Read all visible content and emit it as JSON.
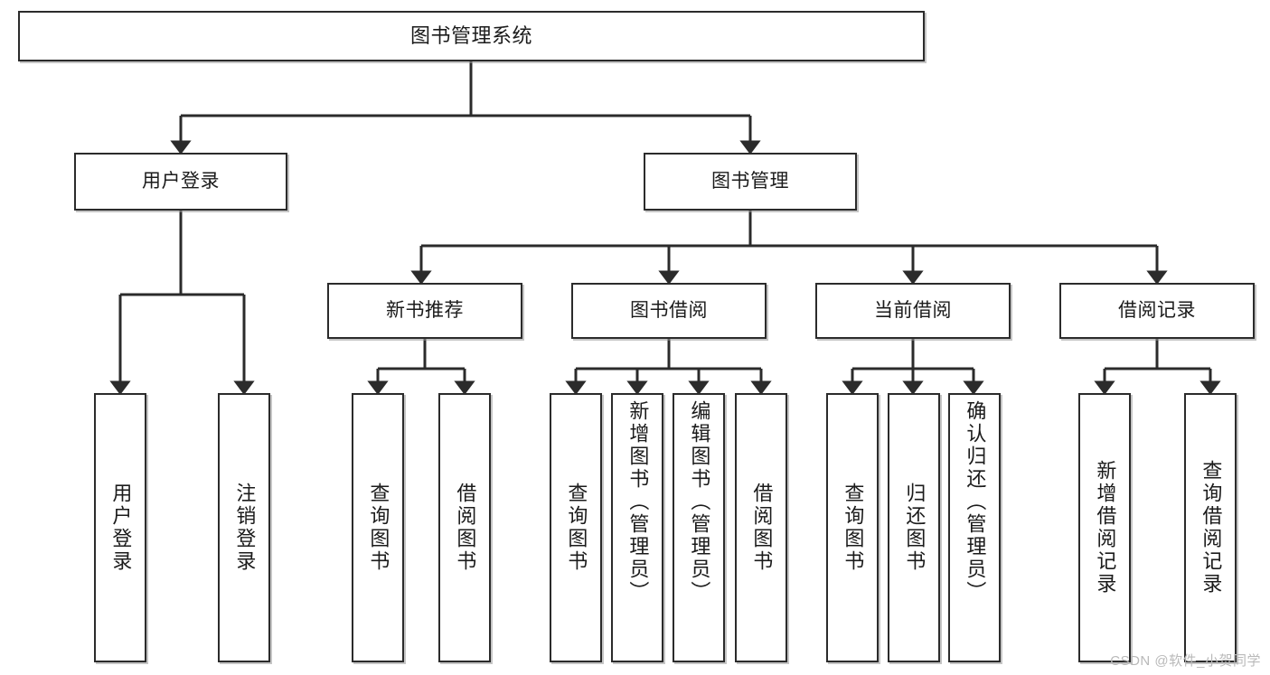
{
  "diagram": {
    "title": "图书管理系统",
    "type": "tree",
    "watermark": "CSDN @软件_小贺同学",
    "colors": {
      "box_border": "#2b2b2b",
      "box_fill": "#ffffff",
      "connector": "#2b2b2b",
      "text": "#1b1b1b",
      "watermark": "#b9b9b9",
      "background": "#ffffff"
    },
    "levels": {
      "root": "图书管理系统",
      "level2": [
        "用户登录",
        "图书管理"
      ],
      "level3": [
        "新书推荐",
        "图书借阅",
        "当前借阅",
        "借阅记录"
      ]
    },
    "nodes": {
      "root": {
        "label": "图书管理系统"
      },
      "user_login": {
        "label": "用户登录"
      },
      "book_manage": {
        "label": "图书管理"
      },
      "new_book_rec": {
        "label": "新书推荐"
      },
      "book_borrow": {
        "label": "图书借阅"
      },
      "current_borrow": {
        "label": "当前借阅"
      },
      "borrow_record": {
        "label": "借阅记录"
      }
    },
    "leaves": {
      "user_login": [
        {
          "label": "用户登录"
        },
        {
          "label": "注销登录"
        }
      ],
      "new_book_rec": [
        {
          "label": "查询图书"
        },
        {
          "label": "借阅图书"
        }
      ],
      "book_borrow": [
        {
          "label": "查询图书"
        },
        {
          "label": "新增图书（管理员）"
        },
        {
          "label": "编辑图书（管理员）"
        },
        {
          "label": "借阅图书"
        }
      ],
      "current_borrow": [
        {
          "label": "查询图书"
        },
        {
          "label": "归还图书"
        },
        {
          "label": "确认归还（管理员）"
        }
      ],
      "borrow_record": [
        {
          "label": "新增借阅记录"
        },
        {
          "label": "查询借阅记录"
        }
      ]
    }
  }
}
